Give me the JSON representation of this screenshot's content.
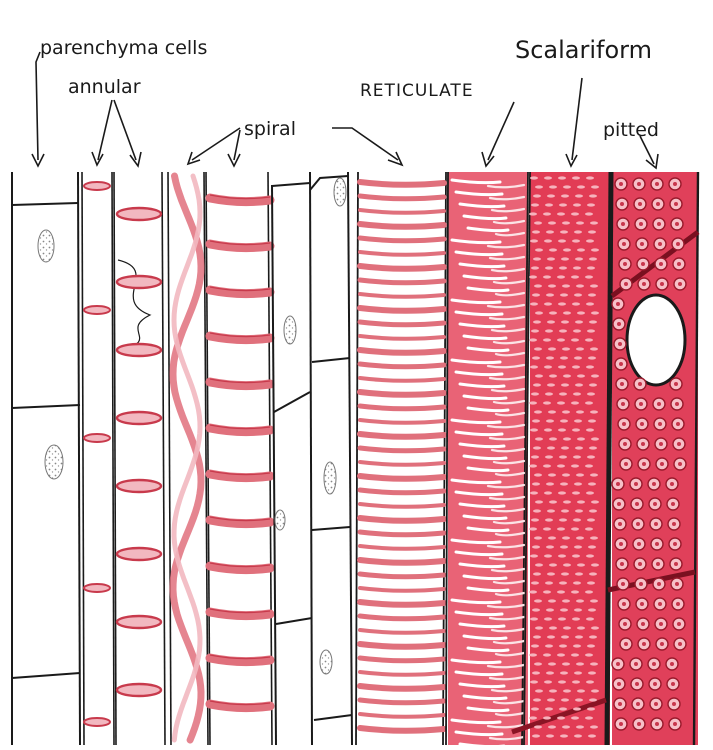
{
  "labels": {
    "parenchyma": "parenchyma cells",
    "annular": "annular",
    "spiral": "spiral",
    "reticulate": "RETICULATE",
    "scalariform": "Scalariform",
    "pitted": "pitted"
  },
  "colors": {
    "ink": "#1a1a1a",
    "thickening": "#e0707c",
    "thickening_dark": "#c83a4c",
    "wall_fill": "#e5485e",
    "pale_fill": "#f2b8c0",
    "nucleus": "#c8c8c8"
  }
}
